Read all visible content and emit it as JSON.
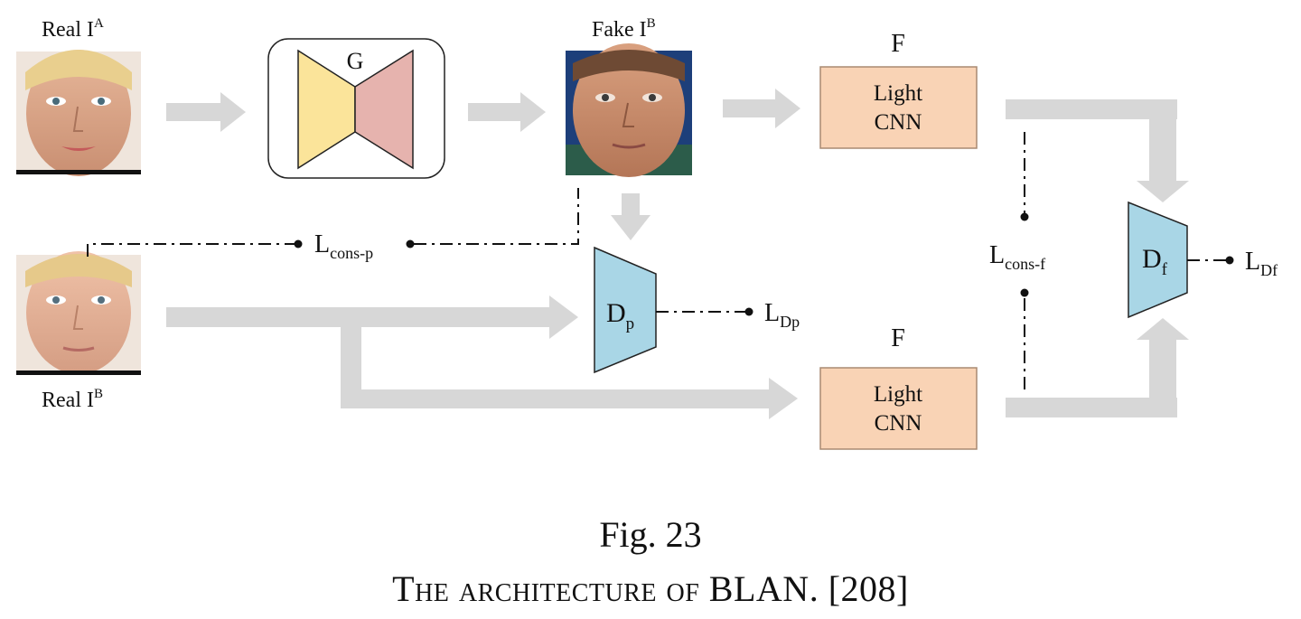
{
  "colors": {
    "arrow": "#d7d7d7",
    "generator_encoder": "#fbe49a",
    "generator_decoder": "#e6b3ae",
    "light_cnn_fill": "#f9d3b5",
    "discriminator_fill": "#a9d6e6",
    "ink": "#111111"
  },
  "diagram": {
    "real_a": {
      "label_main": "Real I",
      "label_sup": "A",
      "image": "face-photo"
    },
    "fake_b": {
      "label_main": "Fake I",
      "label_sup": "B",
      "image": "face-photo"
    },
    "real_b": {
      "label_main": "Real I",
      "label_sup": "B",
      "image": "face-photo"
    },
    "generator": {
      "label": "G"
    },
    "feature_net_top": {
      "title": "F",
      "line1": "Light",
      "line2": "CNN"
    },
    "feature_net_bottom": {
      "title": "F",
      "line1": "Light",
      "line2": "CNN"
    },
    "disc_pixel": {
      "label_main": "D",
      "label_sub": "p"
    },
    "disc_feature": {
      "label_main": "D",
      "label_sub": "f"
    },
    "loss_cons_p": {
      "main": "L",
      "sub": "cons-p"
    },
    "loss_cons_f": {
      "main": "L",
      "sub": "cons-f"
    },
    "loss_dp": {
      "main": "L",
      "sub": "Dp"
    },
    "loss_df": {
      "main": "L",
      "sub": "Df"
    }
  },
  "caption": {
    "figure_number": "Fig. 23",
    "title": "The architecture of BLAN. [208]"
  }
}
